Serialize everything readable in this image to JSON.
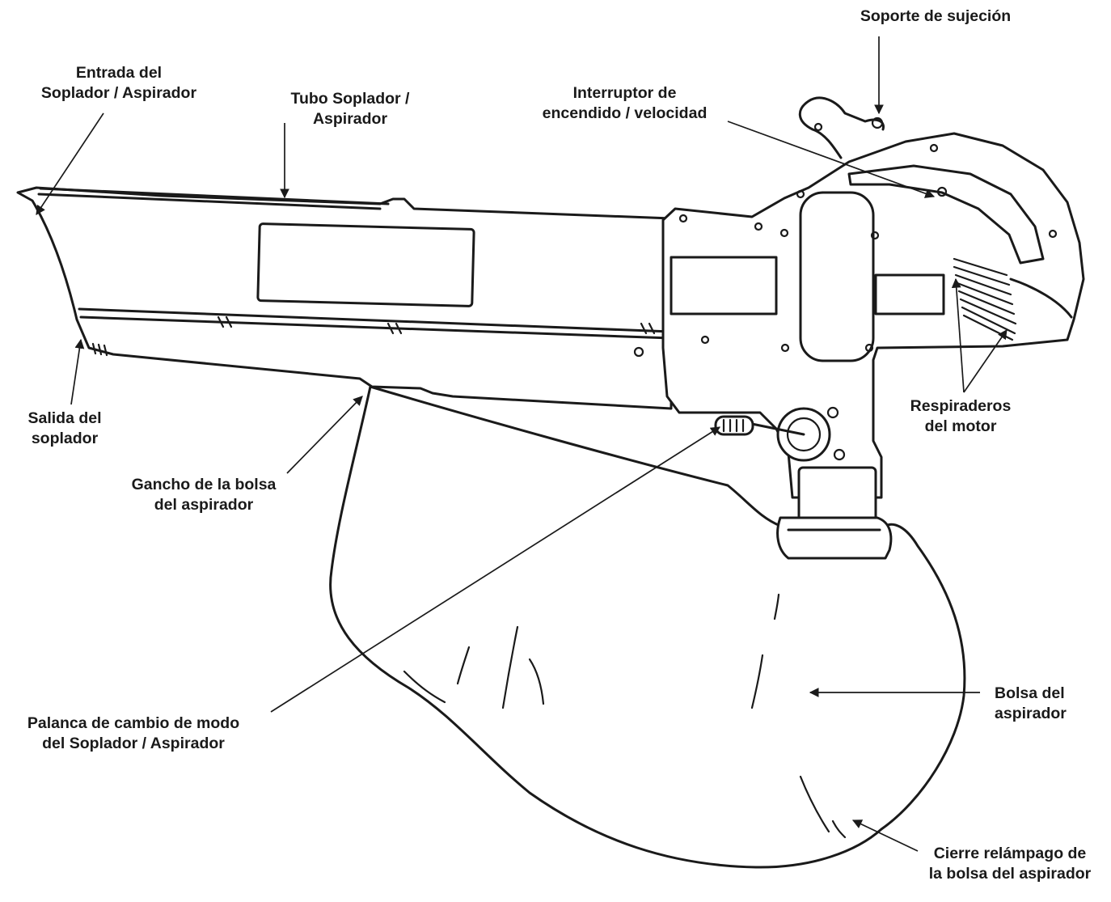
{
  "labels": {
    "soporte": [
      "Soporte de sujeción"
    ],
    "entrada": [
      "Entrada del",
      "Soplador / Aspirador"
    ],
    "tubo": [
      "Tubo Soplador /",
      "Aspirador"
    ],
    "interruptor": [
      "Interruptor de",
      "encendido / velocidad"
    ],
    "respiraderos": [
      "Respiraderos",
      "del motor"
    ],
    "salida": [
      "Salida del",
      "soplador"
    ],
    "gancho": [
      "Gancho de la bolsa",
      "del aspirador"
    ],
    "palanca": [
      "Palanca de cambio de modo",
      "del Soplador / Aspirador"
    ],
    "bolsa": [
      "Bolsa del",
      "aspirador"
    ],
    "cierre": [
      "Cierre relámpago de",
      "la bolsa del aspirador"
    ]
  },
  "colors": {
    "ink": "#1a1a1a",
    "background": "#ffffff"
  }
}
